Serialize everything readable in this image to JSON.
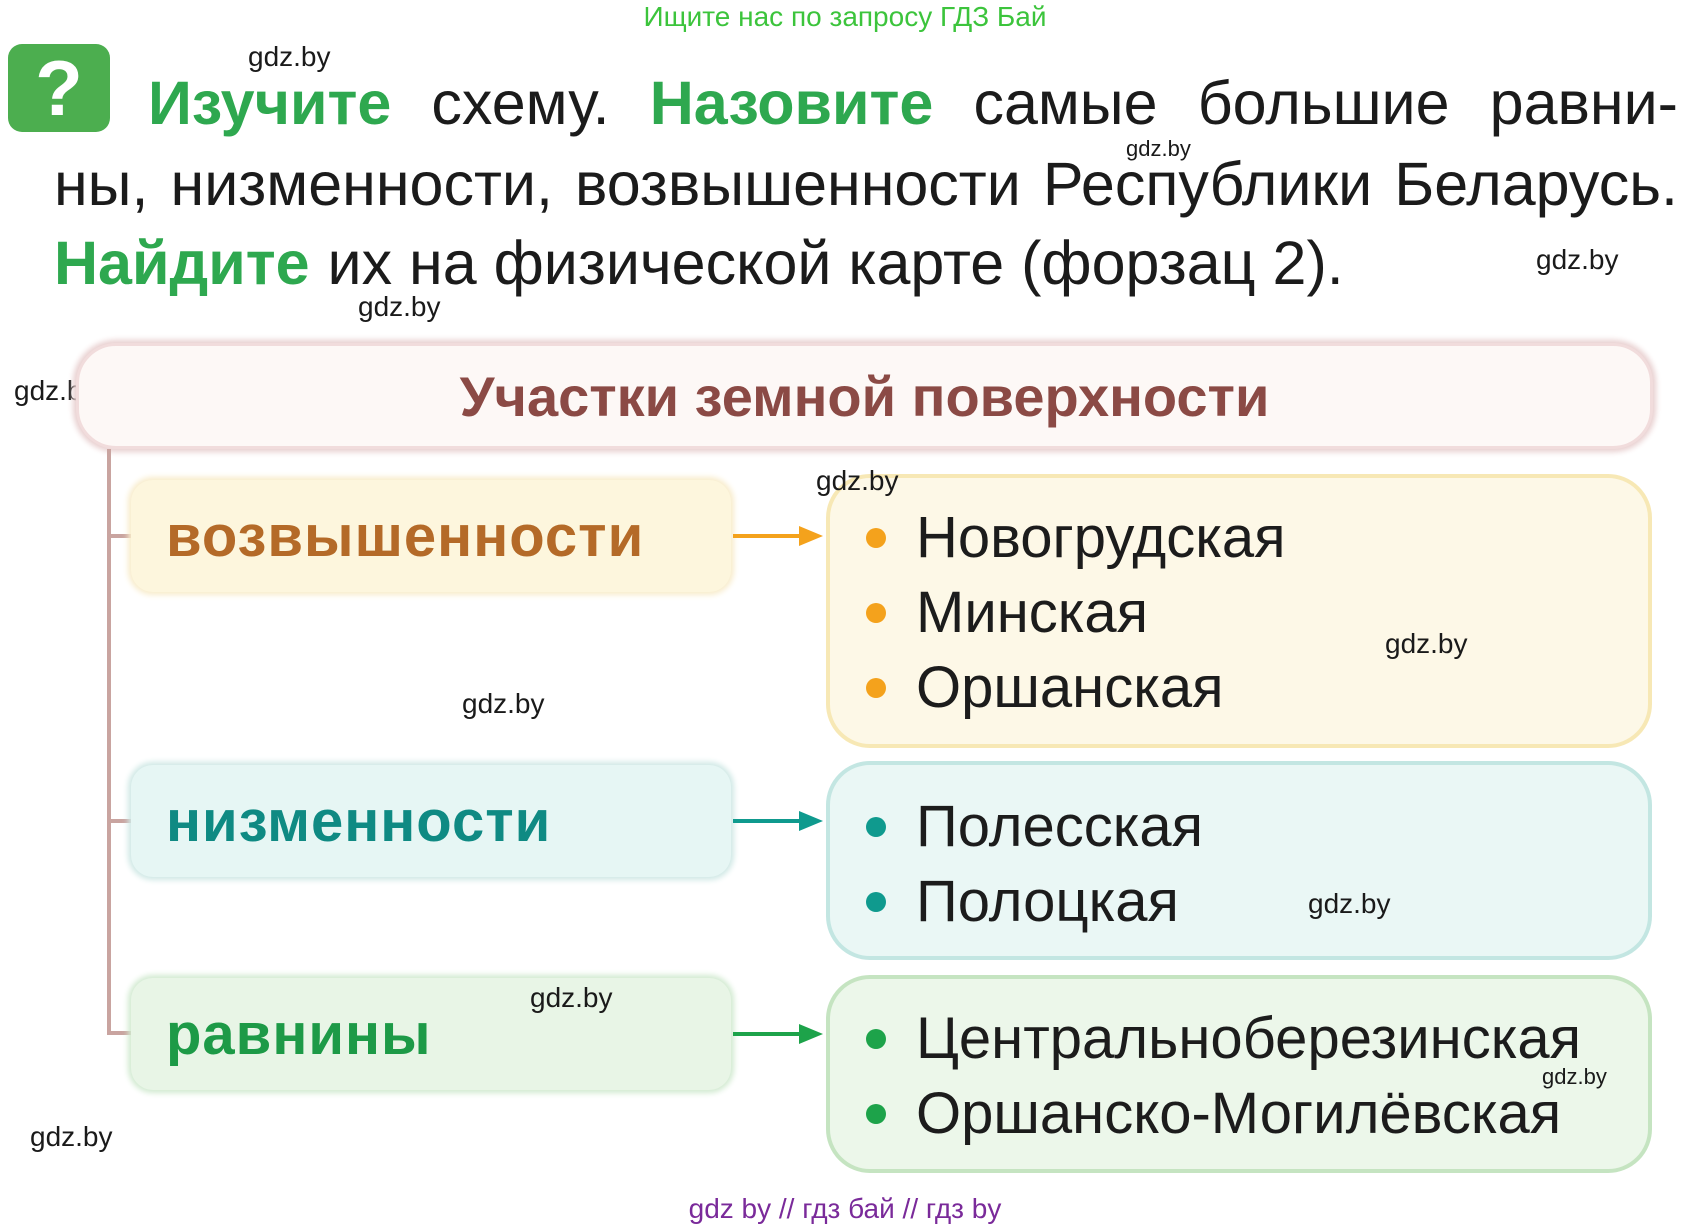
{
  "banner": "Ищите нас по запросу ГДЗ Бай",
  "badge": "?",
  "task": {
    "line1": [
      "Изучите",
      "схему.",
      "Назовите",
      "самые",
      "большие",
      "равни-"
    ],
    "line2": [
      "ны,",
      "низменности,",
      "возвышенности",
      "Республики",
      "Беларусь."
    ],
    "line3_verb": "Найдите",
    "line3_rest": "их на физической карте (форзац 2)."
  },
  "watermarks": {
    "w1": "gdz.by",
    "w2": "gdz.by",
    "w3": "gdz.by",
    "w4": "gdz.by",
    "w5": "gdz.by",
    "w6": "gdz.by",
    "w7": "gdz.by",
    "w8": "gdz.by",
    "w9": "gdz.by",
    "w10": "gdz.by",
    "w11": "gdz.by",
    "w12": "gdz.by"
  },
  "diagram": {
    "title": "Участки земной поверхности",
    "categories": [
      {
        "label": "возвышенности",
        "color": "#b46a28",
        "bullet_color": "#f4a21c",
        "items": [
          "Новогрудская",
          "Минская",
          "Оршанская"
        ]
      },
      {
        "label": "низменности",
        "color": "#0f8a83",
        "bullet_color": "#0f9a8e",
        "items": [
          "Полесская",
          "Полоцкая"
        ]
      },
      {
        "label": "равнины",
        "color": "#1d9a47",
        "bullet_color": "#1da34a",
        "items": [
          "Центральноберезинская",
          "Оршанско-Могилёвская"
        ]
      }
    ]
  },
  "footer": "gdz by  //  гдз бай  //  гдз by"
}
